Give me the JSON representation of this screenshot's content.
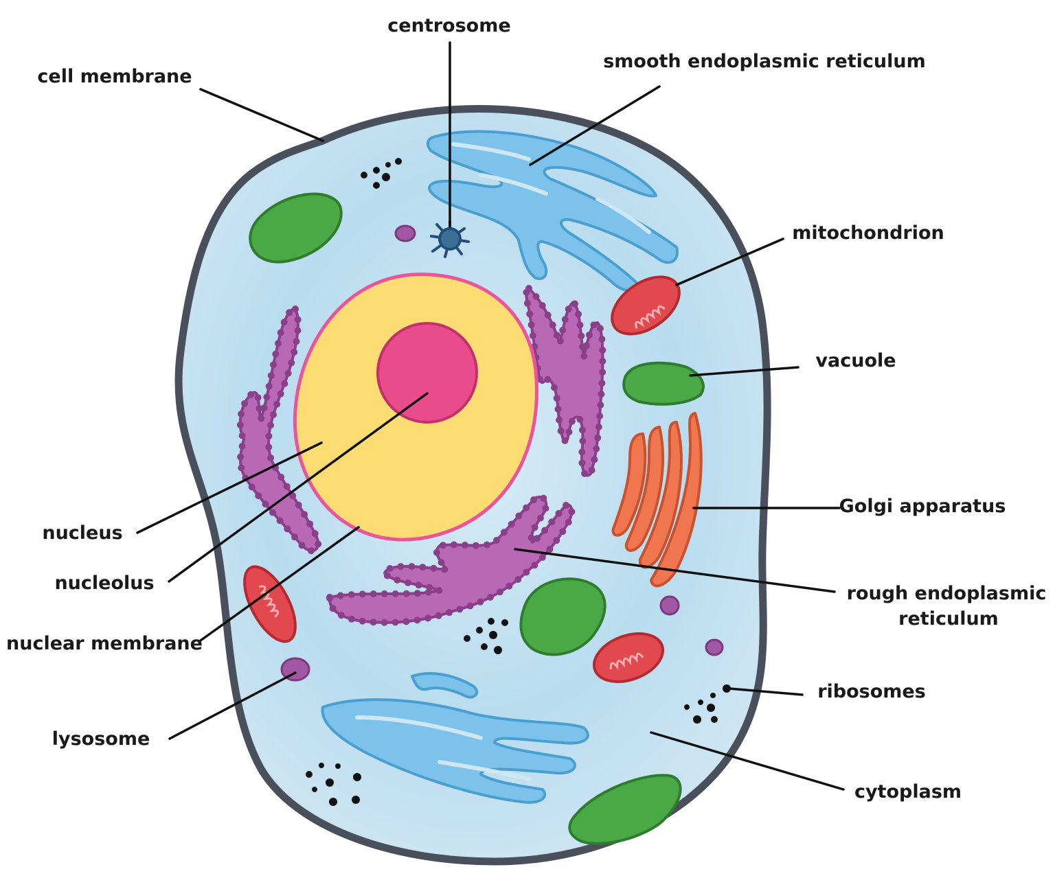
{
  "labels": {
    "centrosome": "centrosome",
    "smooth_er": "smooth endoplasmic reticulum",
    "cell_membrane": "cell membrane",
    "mitochondrion": "mitochondrion",
    "vacuole": "vacuole",
    "golgi": "Golgi apparatus",
    "rough_er_line1": "rough endoplasmic",
    "rough_er_line2": "reticulum",
    "ribosomes": "ribosomes",
    "cytoplasm": "cytoplasm",
    "nucleus": "nucleus",
    "nucleolus": "nucleolus",
    "nuclear_membrane": "nuclear membrane",
    "lysosome": "lysosome"
  },
  "colors": {
    "cell_membrane": "#4a4f5c",
    "cytoplasm": "#cfe6f3",
    "nucleus": "#fddc73",
    "nuclear_membrane": "#e9559a",
    "nucleolus": "#e94c8b",
    "rough_er": "#b868b4",
    "smooth_er": "#7cc2ea",
    "golgi": "#f0764f",
    "mitochondrion": "#e2494f",
    "vacuole": "#4aa847",
    "lysosome": "#a257a5",
    "centrosome": "#3d6f95",
    "ribosomes": "#111111"
  }
}
